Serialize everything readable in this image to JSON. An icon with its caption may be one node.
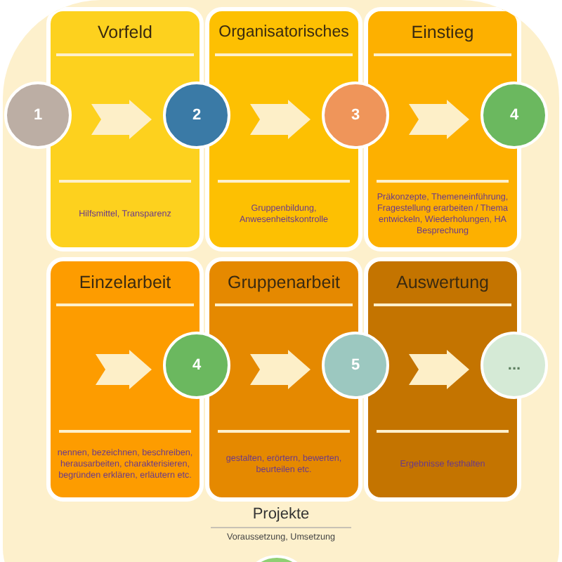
{
  "diagram": {
    "nodes": [
      {
        "text": [
          "Projekte",
          "Voraussetzung, Umsetzung"
        ]
      },
      {
        "text": [
          "Vorfeld",
          "Hilfsmittel, Transparenz"
        ],
        "in": 0
      },
      {
        "text": [
          "Organisatorisches",
          "Gruppenbildung, Anwesenheitskontrolle"
        ],
        "in": 0
      },
      {
        "text": [
          "Einstieg",
          "Präkonzepte, Themeneinführung, Fragestellung erarbeiten / Thema entwickeln, Wiederholungen, HA Besprechung"
        ],
        "in": 0
      },
      {
        "text": [
          "Einzelarbeit",
          "nennen, bezeichnen, beschreiben, herausarbeiten, charakterisieren, begründen erklären, erläutern etc."
        ],
        "in": 0
      },
      {
        "text": [
          "Gruppenarbeit",
          "gestalten, erörtern, bewerten, beurteilen etc."
        ],
        "in": 0
      },
      {
        "text": [
          "Auswertung",
          "Ergebnisse festhalten"
        ],
        "in": 0
      },
      {
        "text": [
          "1"
        ],
        "in": 0
      },
      {
        "text": [
          "2"
        ],
        "in": 0
      },
      {
        "text": [
          "3"
        ],
        "in": 0
      },
      {
        "text": [
          "4"
        ],
        "in": 0
      },
      {
        "text": [
          "4"
        ],
        "in": 0
      },
      {
        "text": [
          "5"
        ],
        "in": 0
      },
      {
        "text": [
          "..."
        ],
        "in": 0
      },
      {
        "text": [],
        "shape": "circle",
        "in": 0
      }
    ],
    "edges": [
      {
        "from": 7,
        "to": 8,
        "arrow": "to"
      },
      {
        "from": 8,
        "to": 9,
        "arrow": "to"
      },
      {
        "from": 9,
        "to": 10,
        "arrow": "to"
      },
      {
        "from": null,
        "to": 11,
        "arrow": "to"
      },
      {
        "from": 11,
        "to": 12,
        "arrow": "to"
      },
      {
        "from": 12,
        "to": 13,
        "arrow": "to"
      }
    ]
  }
}
